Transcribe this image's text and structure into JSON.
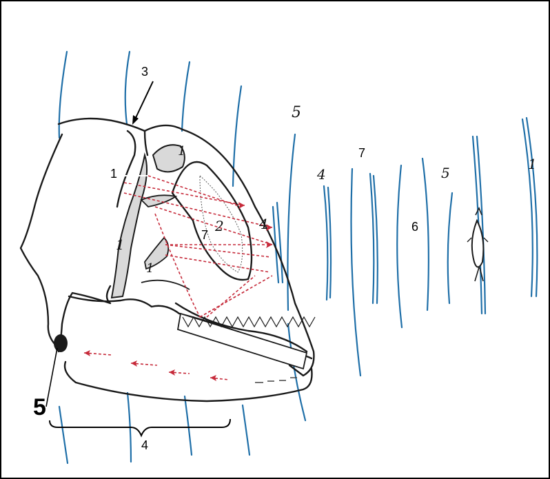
{
  "colors": {
    "wave": "#1f6fa8",
    "signal": "#c62a3a",
    "outline": "#1a1a1a",
    "frame": "#000000"
  },
  "labels": {
    "label_1_left": "1",
    "label_3": "3",
    "label_5_bold": "5",
    "label_4_bottom": "4",
    "label_7_mid": "7",
    "label_7_top": "7",
    "label_6": "6"
  },
  "handwritten": {
    "h5_top": "5",
    "h4": "4",
    "h5_right": "5",
    "h1_right": "1",
    "h4_arrow": "4",
    "h2": "2",
    "h1_sac": "1",
    "h1_nasal": "1",
    "h1_low": "1"
  },
  "icons": {
    "fish": "fish-icon",
    "ear": "ear-icon"
  }
}
